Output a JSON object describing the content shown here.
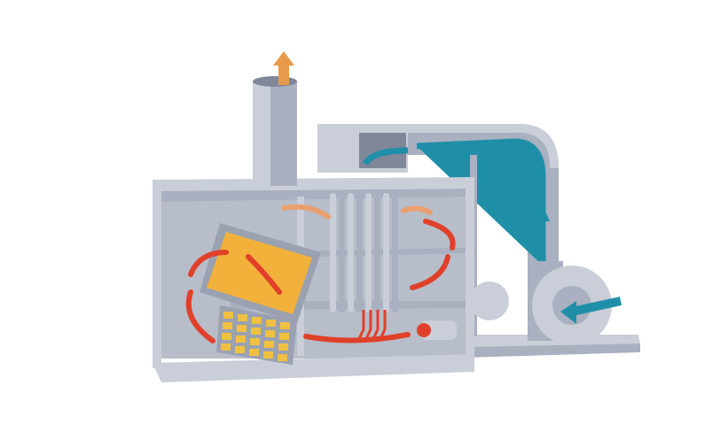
{
  "colors": {
    "background": "#ffffff",
    "metal_light": "#c9ced8",
    "metal_mid": "#a9b0bf",
    "metal_dark": "#7f8799",
    "interior": "#b7bdc9",
    "burner_panel": "#f2b13a",
    "burner_frame": "#9aa1b0",
    "grid_cell": "#f0c040",
    "hot_air": "#e0402a",
    "warm_air": "#e8a070",
    "cool_air": "#1f8fa8",
    "exhaust_arrow": "#e89a4a"
  },
  "parts": [
    "chimney",
    "exhaust-arrow",
    "main-cabinet",
    "burner-panel",
    "burner-grid",
    "heat-exchanger-tubes",
    "supply-duct",
    "blower-fan",
    "motor",
    "base-platform"
  ]
}
